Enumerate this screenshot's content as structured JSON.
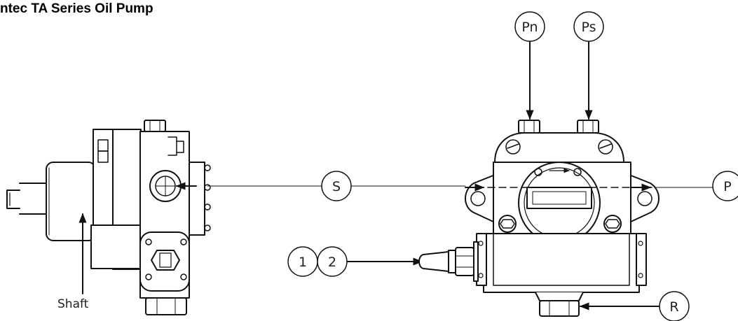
{
  "title": "ntec TA Series Oil Pump",
  "callouts": {
    "pn": "Pn",
    "ps": "Ps",
    "s": "S",
    "p": "P",
    "one": "1",
    "two": "2",
    "r": "R",
    "shaft": "Shaft"
  }
}
